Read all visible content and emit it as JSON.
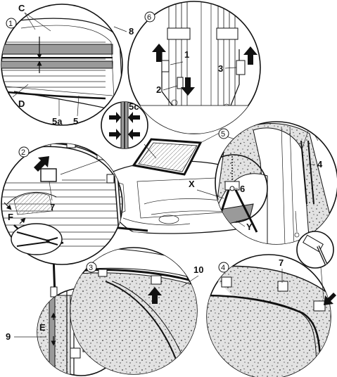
{
  "callouts": {
    "c1": "1",
    "c2": "2",
    "c3": "3",
    "c4": "4",
    "c5": "5",
    "c6": "6"
  },
  "labels": {
    "C": "C",
    "D": "D",
    "five_a": "5a",
    "five": "5",
    "eight": "8",
    "five_c": "5c",
    "one": "1",
    "two": "2",
    "three": "3",
    "four": "4",
    "six": "6",
    "X": "X",
    "Y": "Y",
    "seven_left": "7",
    "F": "F",
    "ten": "10",
    "seven_right": "7",
    "nine": "9",
    "E": "E"
  },
  "colors": {
    "line": "#111111",
    "band": "#9a9a9a",
    "speckle_fill": "#d9d9d9",
    "arrow": "#111111"
  },
  "icons": {
    "push_arrow": "arrow-icon",
    "clip": "clip-icon",
    "pliers": "pliers-icon",
    "car": "car-icon"
  }
}
